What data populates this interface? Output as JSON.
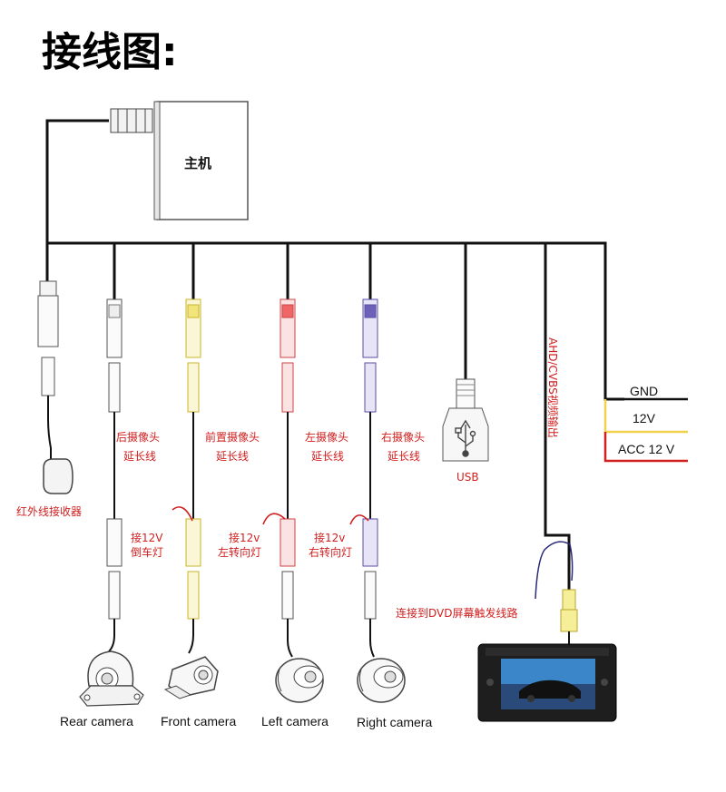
{
  "title": "接线图:",
  "host_label": "主机",
  "ir_receiver_label": "红外线接收器",
  "rear_ext_label": [
    "后摄像头",
    "延长线"
  ],
  "front_ext_label": [
    "前置摄像头",
    "延长线"
  ],
  "left_ext_label": [
    "左摄像头",
    "延长线"
  ],
  "right_ext_label": [
    "右摄像头",
    "延长线"
  ],
  "usb_label": "USB",
  "video_out_label": "AHD/CVBS视频输出",
  "power": {
    "gnd": "GND",
    "v12": "12V",
    "acc": "ACC 12 V"
  },
  "reverse_light_label": [
    "接12V",
    "倒车灯"
  ],
  "left_turn_label": [
    "接12v",
    "左转向灯"
  ],
  "right_turn_label": [
    "接12v",
    "右转向灯"
  ],
  "dvd_trigger_label": "连接到DVD屏幕触发线路",
  "cameras": {
    "rear": "Rear camera",
    "front": "Front camera",
    "left": "Left camera",
    "right": "Right camera"
  },
  "colors": {
    "wire": "#111111",
    "label_red": "#d11f1f",
    "front_yellow": "#e8d640",
    "left_red": "#d63a3a",
    "right_blue": "#5a4ea6",
    "gnd_wire": "#111111",
    "v12_wire": "#f2d14a",
    "acc_wire": "#d11f1f"
  }
}
